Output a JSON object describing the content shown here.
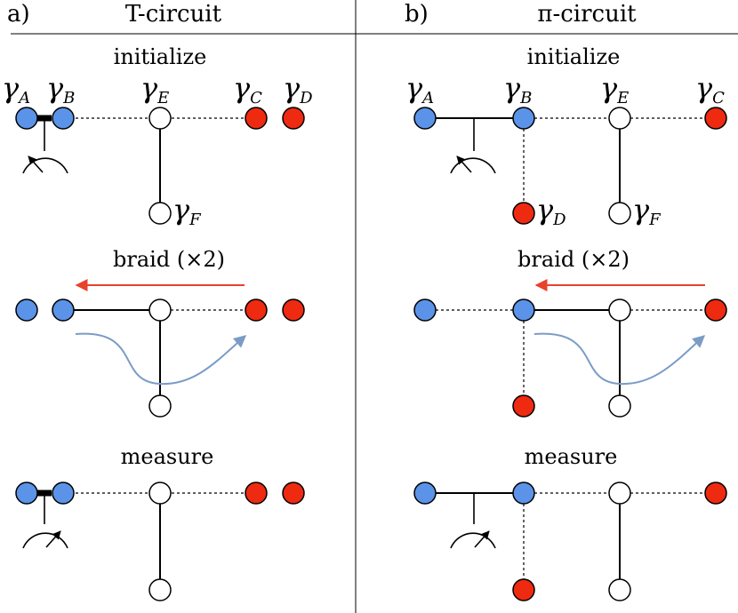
{
  "panels": {
    "a": {
      "letter": "a)",
      "title": "T-circuit",
      "stages": {
        "initialize": "initialize",
        "braid": "braid (×2)",
        "measure": "measure"
      },
      "labels": {
        "A": {
          "sym": "γ",
          "sub": "A"
        },
        "B": {
          "sym": "γ",
          "sub": "B"
        },
        "E": {
          "sym": "γ",
          "sub": "E"
        },
        "C": {
          "sym": "γ",
          "sub": "C"
        },
        "D": {
          "sym": "γ",
          "sub": "D"
        },
        "F": {
          "sym": "γ",
          "sub": "F"
        }
      }
    },
    "b": {
      "letter": "b)",
      "title": "π-circuit",
      "stages": {
        "initialize": "initialize",
        "braid": "braid (×2)",
        "measure": "measure"
      },
      "labels": {
        "A": {
          "sym": "γ",
          "sub": "A"
        },
        "B": {
          "sym": "γ",
          "sub": "B"
        },
        "E": {
          "sym": "γ",
          "sub": "E"
        },
        "C": {
          "sym": "γ",
          "sub": "C"
        },
        "D": {
          "sym": "γ",
          "sub": "D"
        },
        "F": {
          "sym": "γ",
          "sub": "F"
        }
      }
    }
  },
  "colors": {
    "blue_node": "#5b93e8",
    "red_node": "#ee2a10",
    "white_node": "#ffffff",
    "red_arrow": "#e8412c",
    "blue_curve": "#7a9cc6",
    "stroke": "#000000"
  }
}
